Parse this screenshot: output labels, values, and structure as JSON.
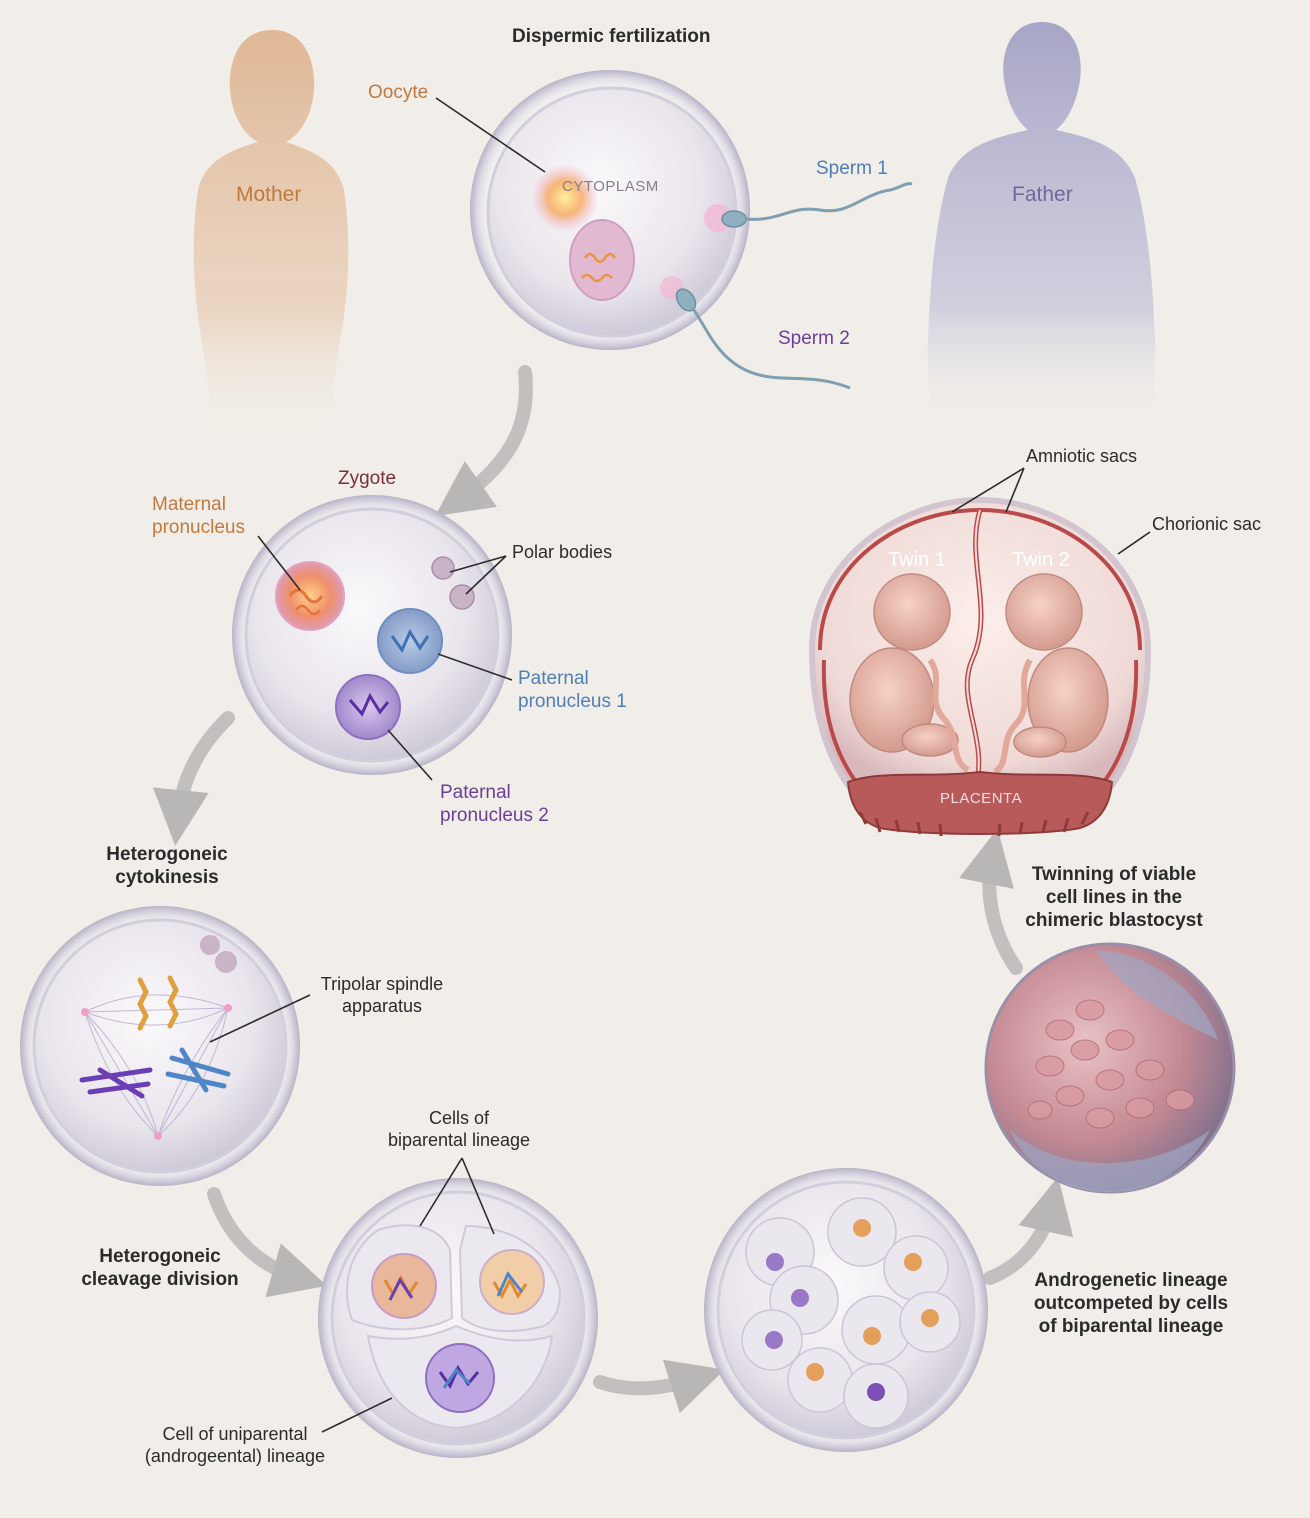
{
  "figure": {
    "title": "Dispermic fertilization",
    "parents": {
      "mother": "Mother",
      "father": "Father"
    },
    "oocyte_stage": {
      "oocyte": "Oocyte",
      "cytoplasm": "CYTOPLASM",
      "sperm_1": "Sperm 1",
      "sperm_2": "Sperm 2"
    },
    "zygote_stage": {
      "zygote": "Zygote",
      "maternal_pronucleus": "Maternal\npronucleus",
      "polar_bodies": "Polar bodies",
      "paternal_pronucleus_1": "Paternal\npronucleus 1",
      "paternal_pronucleus_2": "Paternal\npronucleus 2"
    },
    "cytokinesis_stage": {
      "heading": "Heterogoneic\ncytokinesis",
      "tripolar_spindle": "Tripolar spindle\napparatus"
    },
    "cleavage_stage": {
      "heading": "Heterogoneic\ncleavage division",
      "biparental_cells": "Cells of\nbiparental lineage",
      "uniparental_cell": "Cell of uniparental\n(androgeental) lineage"
    },
    "morula_stage": {
      "caption": "Androgenetic lineage\noutcompeted by cells\nof  biparental lineage"
    },
    "blastocyst_stage": {
      "caption": "Twinning of viable\ncell lines in the\nchimeric blastocyst"
    },
    "twins_stage": {
      "amniotic_sacs": "Amniotic sacs",
      "chorionic_sac": "Chorionic sac",
      "twin_1": "Twin 1",
      "twin_2": "Twin 2",
      "placenta": "PLACENTA"
    }
  },
  "colors": {
    "mother": "#d9a57a",
    "father": "#a7a6c8",
    "maternal": "#e0a05a",
    "paternal_1": "#5a8fc9",
    "paternal_2": "#7b4fb3",
    "tissue": "#c05a5a"
  }
}
